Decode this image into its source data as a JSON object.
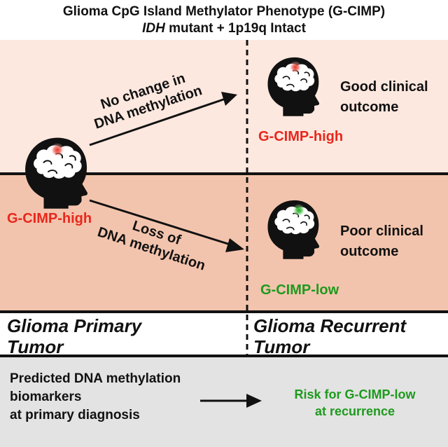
{
  "title": {
    "line1": "Glioma CpG Island Methylator Phenotype (G-CIMP)",
    "line2_italic": "IDH",
    "line2_rest": " mutant + 1p19q Intact"
  },
  "top_path": {
    "arrow_label_line1": "No change in",
    "arrow_label_line2": "DNA methylation",
    "outcome_line1": "Good clinical",
    "outcome_line2": "outcome",
    "status": "G-CIMP-high"
  },
  "bottom_path": {
    "arrow_label_line1": "Loss of",
    "arrow_label_line2": "DNA methylation",
    "outcome_line1": "Poor clinical",
    "outcome_line2": "outcome",
    "status": "G-CIMP-low"
  },
  "primary": {
    "status": "G-CIMP-high",
    "label_line1": "Glioma Primary",
    "label_line2": "Tumor"
  },
  "recurrent": {
    "label_line1": "Glioma Recurrent",
    "label_line2": "Tumor"
  },
  "prediction": {
    "left_line1": "Predicted DNA methylation",
    "left_line2": "biomarkers",
    "left_line3": "at primary diagnosis",
    "right_line1": "Risk for G-CIMP-low",
    "right_line2": "at recurrence"
  },
  "colors": {
    "top_band": "#fde8df",
    "bottom_band": "#f3c4ad",
    "prediction_bg": "#e3e3e3",
    "high_methylation": "#e8271c",
    "low_methylation": "#1e9a1e"
  },
  "icons": {
    "primary_head": "head-brain-icon",
    "good_head": "head-brain-icon",
    "poor_head": "head-brain-icon"
  }
}
